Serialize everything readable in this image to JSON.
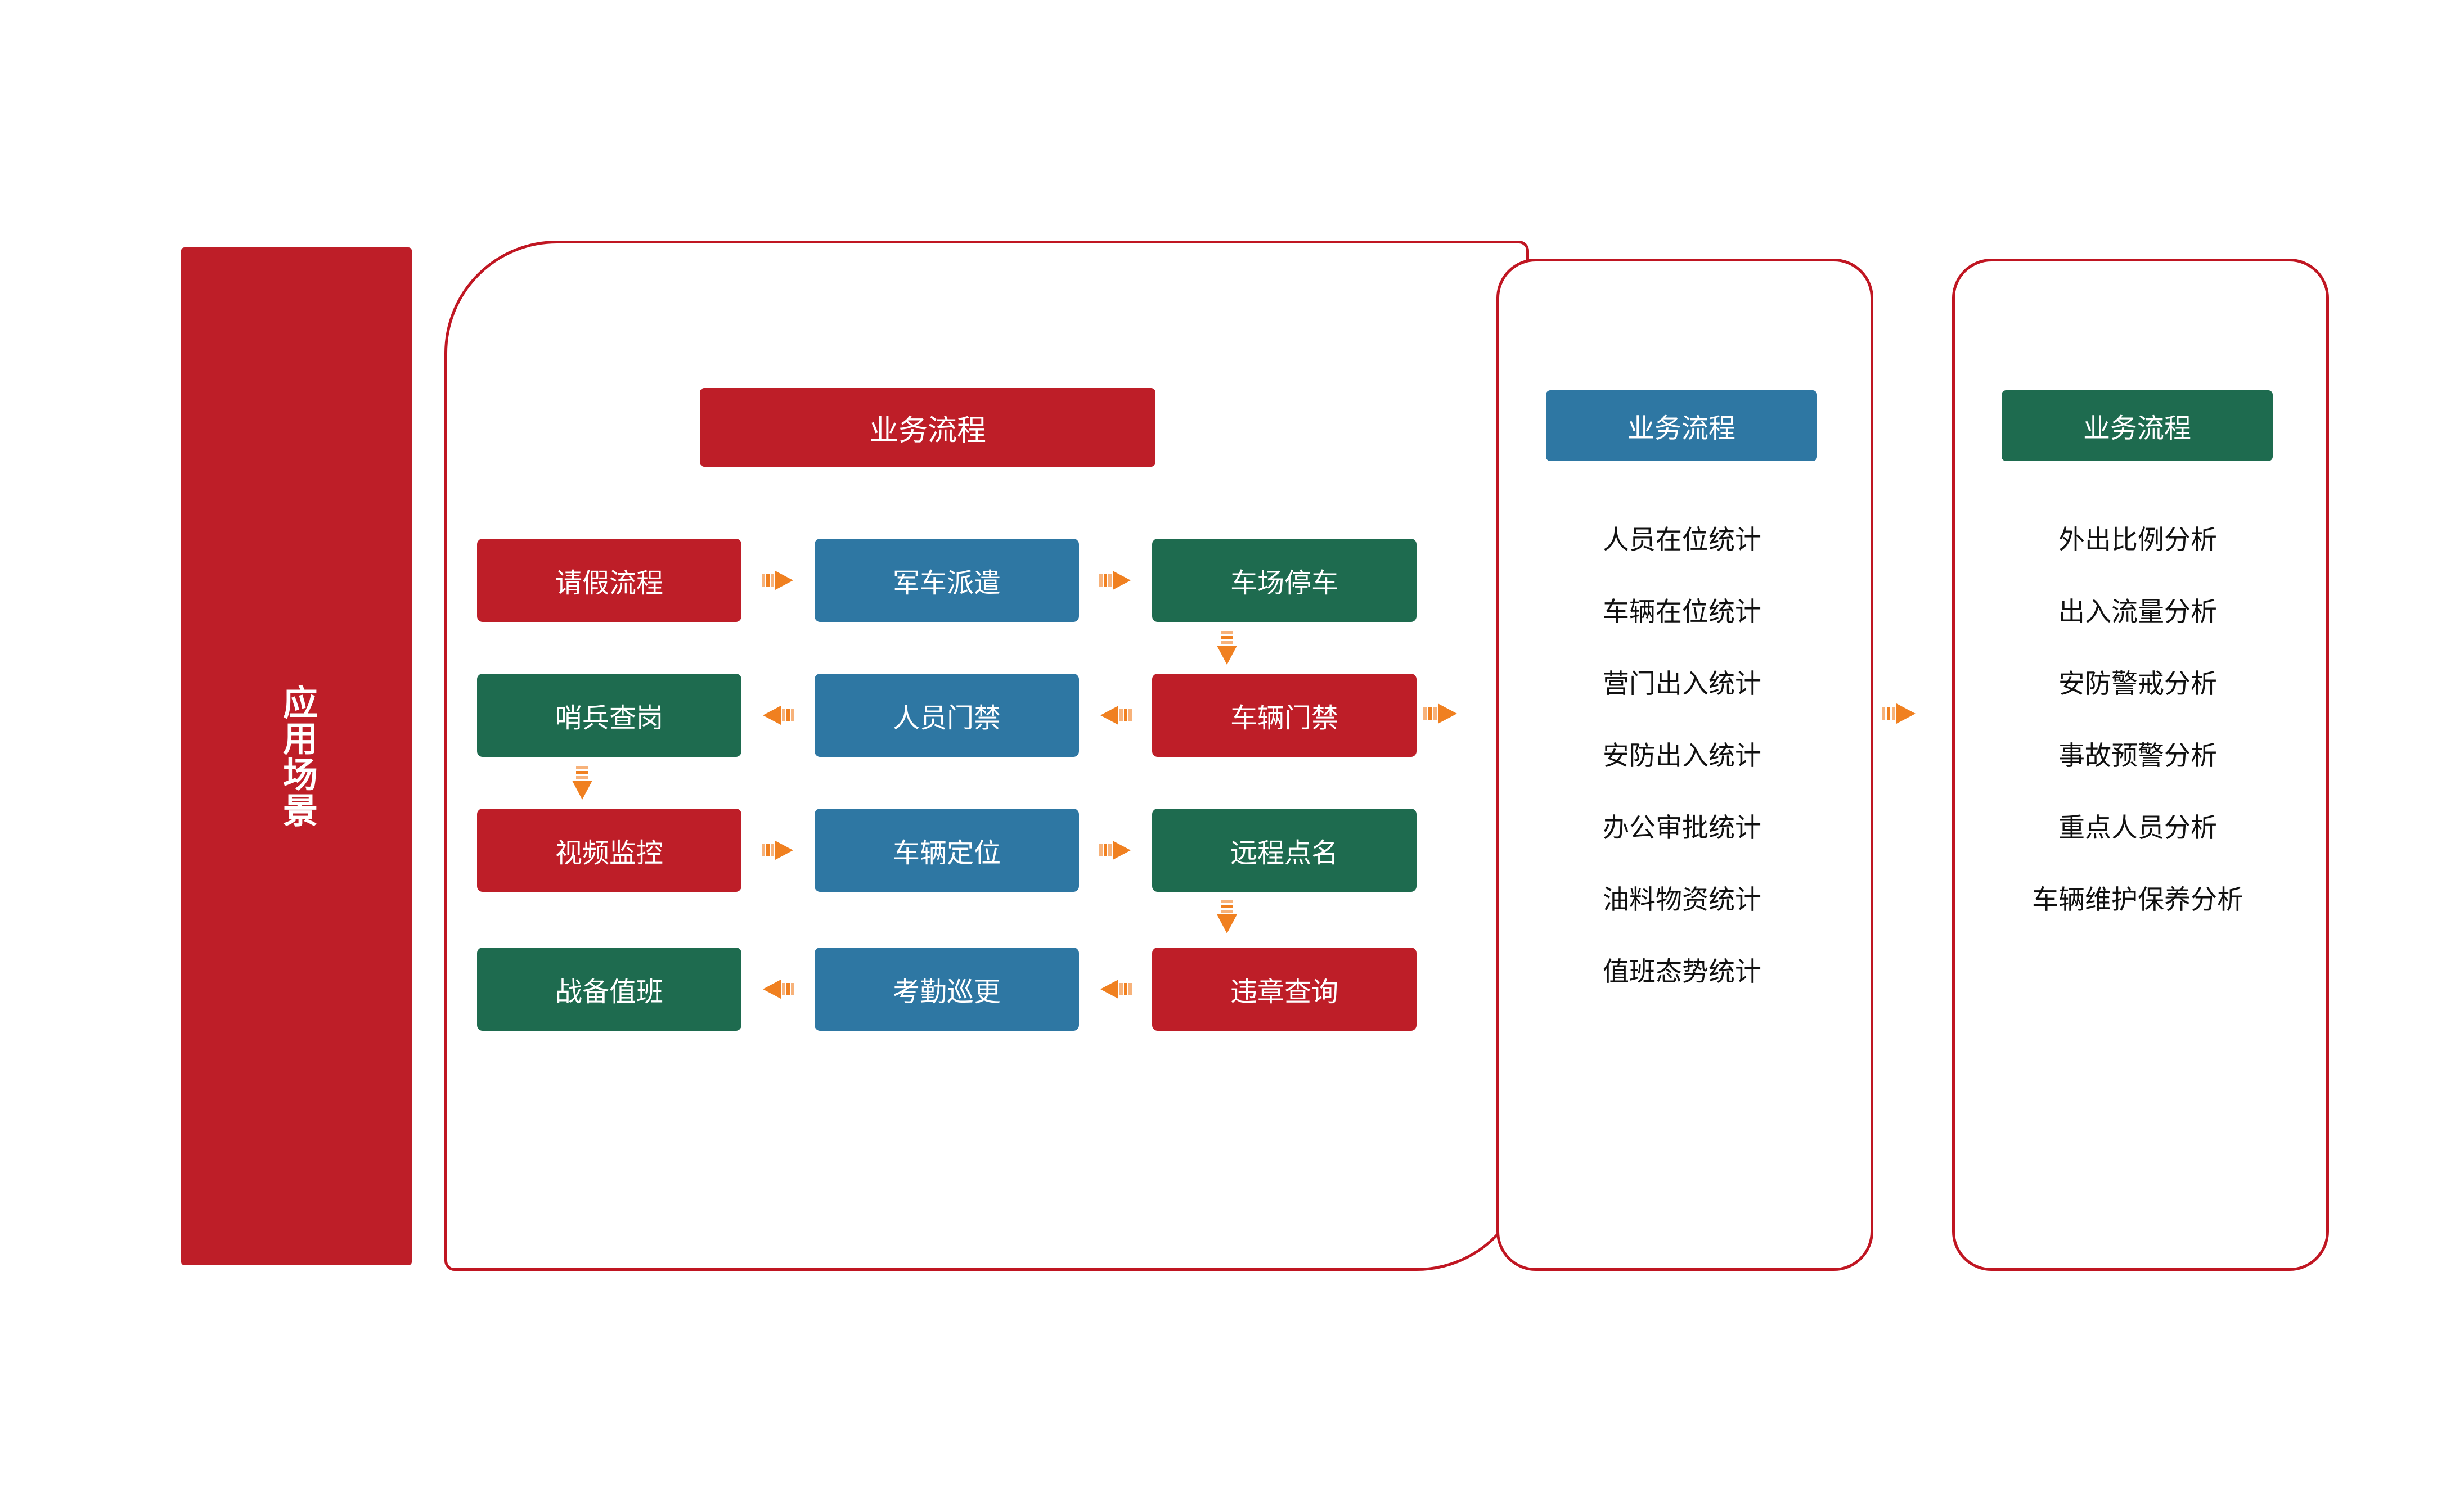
{
  "diagram": {
    "side_bar": {
      "label": "应用场景"
    },
    "colors": {
      "red": "#BE1E28",
      "blue": "#2E77A3",
      "green": "#1E6B4F",
      "arrow_orange": "#F08020",
      "panel_border": "#C01622",
      "text_dark": "#111111",
      "text_light": "#FFFFFF"
    },
    "panels": [
      {
        "header": "业务流程",
        "header_color": "#BE1E28",
        "rows": [
          {
            "boxes": [
              {
                "label": "请假流程",
                "color": "red"
              },
              {
                "label": "军车派遣",
                "color": "blue"
              },
              {
                "label": "车场停车",
                "color": "green"
              }
            ],
            "flow": "right"
          },
          {
            "boxes": [
              {
                "label": "哨兵查岗",
                "color": "green"
              },
              {
                "label": "人员门禁",
                "color": "blue"
              },
              {
                "label": "车辆门禁",
                "color": "red"
              }
            ],
            "flow": "left"
          },
          {
            "boxes": [
              {
                "label": "视频监控",
                "color": "red"
              },
              {
                "label": "车辆定位",
                "color": "blue"
              },
              {
                "label": "远程点名",
                "color": "green"
              }
            ],
            "flow": "right"
          },
          {
            "boxes": [
              {
                "label": "战备值班",
                "color": "green"
              },
              {
                "label": "考勤巡更",
                "color": "blue"
              },
              {
                "label": "违章查询",
                "color": "red"
              }
            ],
            "flow": "left"
          }
        ]
      },
      {
        "header": "业务流程",
        "header_color": "#2E77A3",
        "items": [
          "人员在位统计",
          "车辆在位统计",
          "营门出入统计",
          "安防出入统计",
          "办公审批统计",
          "油料物资统计",
          "值班态势统计"
        ]
      },
      {
        "header": "业务流程",
        "header_color": "#1E6B4F",
        "items": [
          "外出比例分析",
          "出入流量分析",
          "安防警戒分析",
          "事故预警分析",
          "重点人员分析",
          "车辆维护保养分析"
        ]
      }
    ]
  }
}
